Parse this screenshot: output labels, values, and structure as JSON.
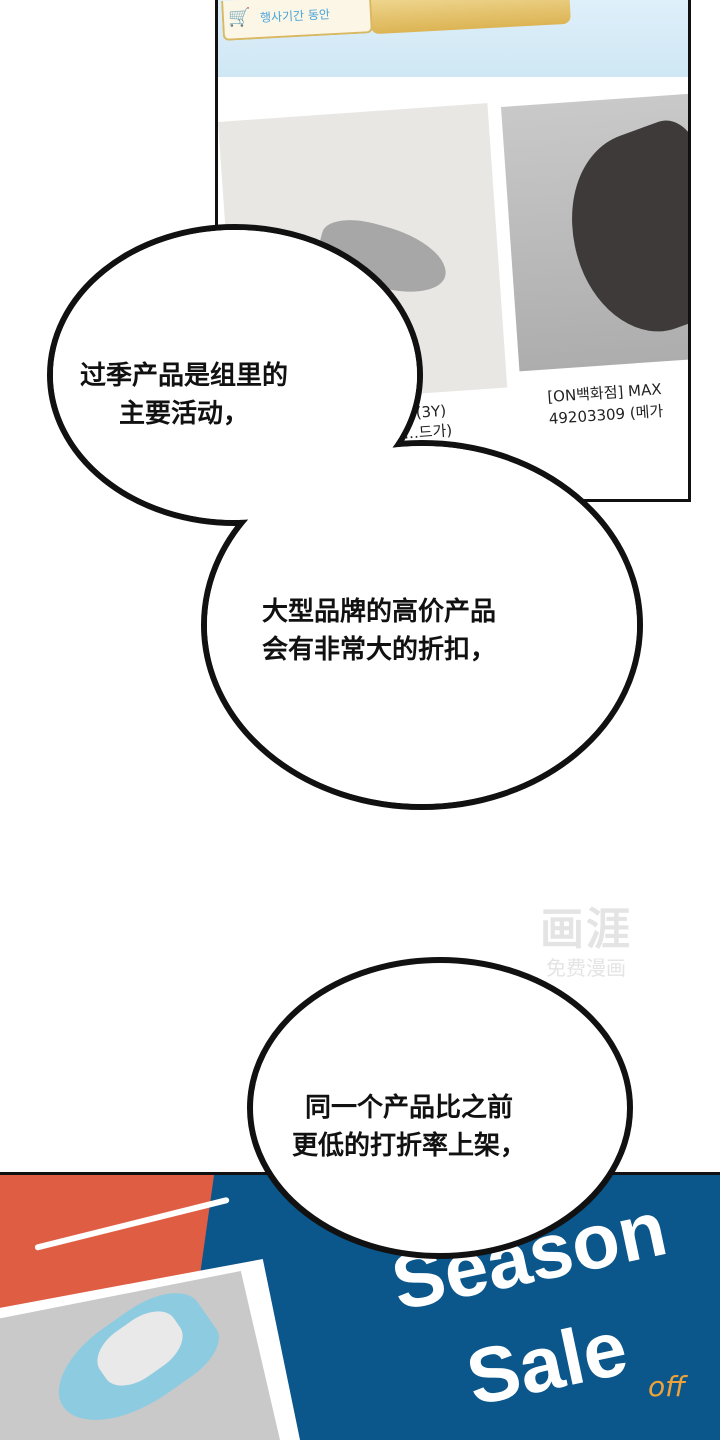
{
  "top_panel": {
    "event_tag": "행사기간 동안",
    "product_1_caption": [
      "F (3Y)",
      "…드가)"
    ],
    "product_2_caption": [
      "[ON백화점] MAX",
      "49203309 (메가"
    ]
  },
  "bubbles": [
    {
      "lines": [
        "过季产品是组里的",
        "主要活动，"
      ]
    },
    {
      "lines": [
        "大型品牌的高价产品",
        "会有非常大的折扣，"
      ]
    },
    {
      "lines": [
        "同一个产品比之前",
        "更低的打折率上架，"
      ]
    }
  ],
  "watermark": {
    "logo": "画涯",
    "subtitle": "免费漫画"
  },
  "bottom_panel": {
    "title_1": "Season",
    "title_off": "off",
    "title_2": "Sale"
  },
  "colors": {
    "sale_blue": "#0b568a",
    "sale_red": "#df5d43",
    "off_orange": "#f0a23a"
  }
}
